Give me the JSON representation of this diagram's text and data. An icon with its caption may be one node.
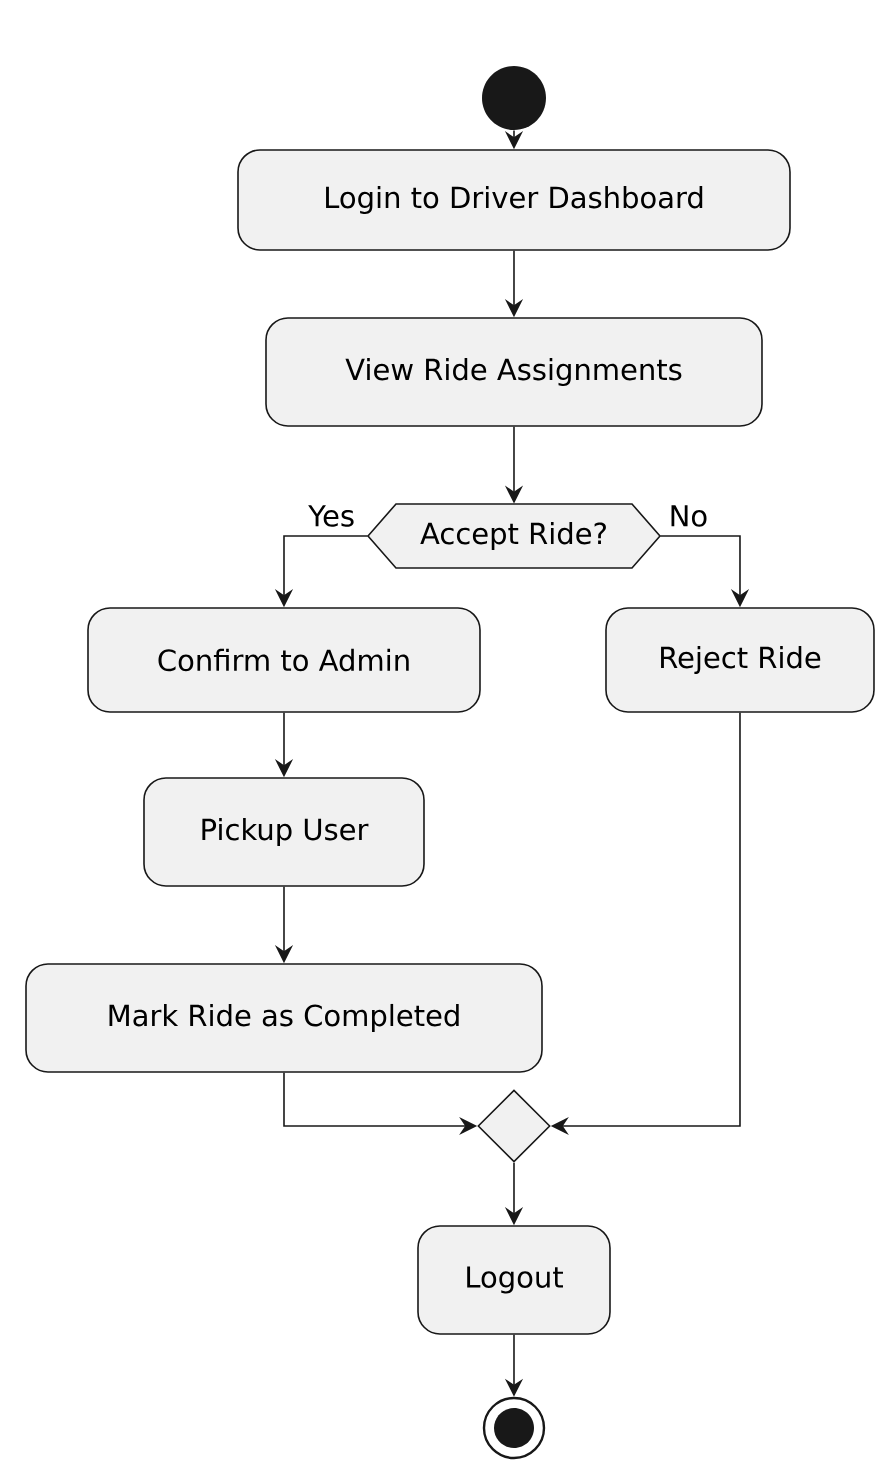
{
  "diagram": {
    "nodes": [
      {
        "text": [],
        "shape": "circle"
      },
      {
        "text": [
          "Login to Driver Dashboard"
        ]
      },
      {
        "text": [
          "View Ride Assignments"
        ]
      },
      {
        "text": [
          "Accept Ride?"
        ]
      },
      {
        "text": [
          "Confirm to Admin"
        ]
      },
      {
        "text": [
          "Reject Ride"
        ]
      },
      {
        "text": [
          "Pickup User"
        ]
      },
      {
        "text": [
          "Mark Ride as Completed"
        ]
      },
      {
        "text": [],
        "shape": "diamond"
      },
      {
        "text": [
          "Logout"
        ]
      },
      {
        "text": [],
        "shape": "circle"
      }
    ],
    "edges": [
      {
        "from": 0,
        "to": 1,
        "arrow": "to"
      },
      {
        "from": 1,
        "to": 2,
        "arrow": "to"
      },
      {
        "from": 2,
        "to": 3,
        "arrow": "to"
      },
      {
        "from": 3,
        "to": 4,
        "arrow": "to",
        "label": "Yes"
      },
      {
        "from": 3,
        "to": 5,
        "arrow": "to",
        "label": "No"
      },
      {
        "from": 4,
        "to": 6,
        "arrow": "to"
      },
      {
        "from": 6,
        "to": 7,
        "arrow": "to"
      },
      {
        "from": 7,
        "to": 8,
        "arrow": "to"
      },
      {
        "from": 5,
        "to": 8,
        "arrow": "to"
      },
      {
        "from": 8,
        "to": 9,
        "arrow": "to"
      },
      {
        "from": 9,
        "to": 10,
        "arrow": "to"
      }
    ]
  }
}
